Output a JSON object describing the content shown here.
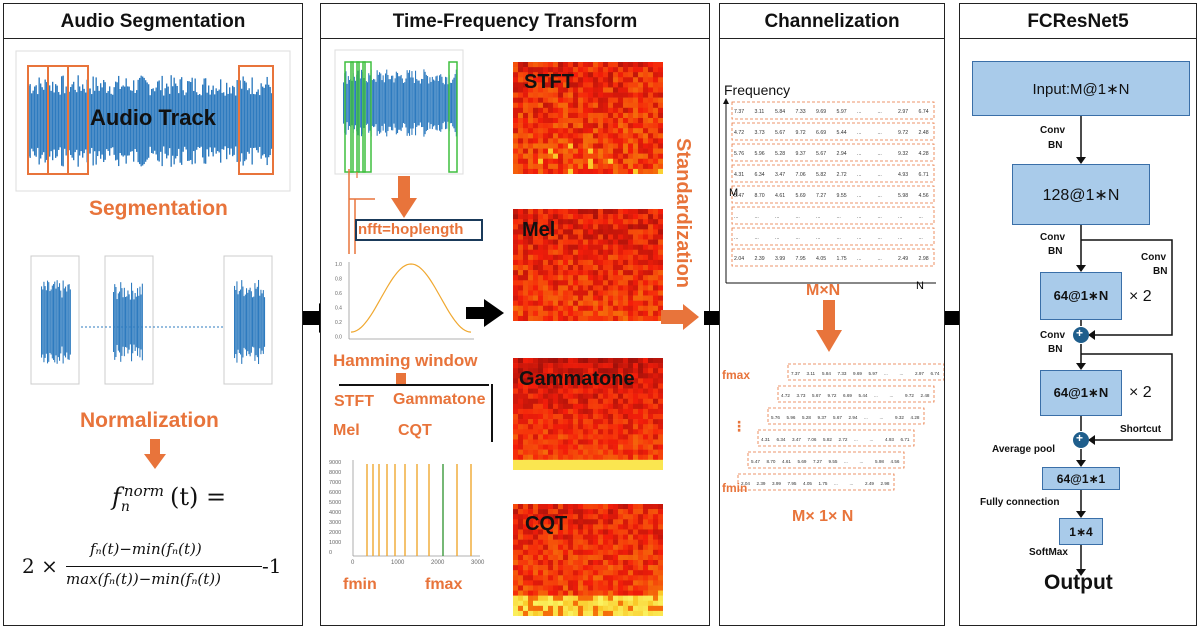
{
  "panels": {
    "audio": {
      "title": "Audio Segmentation",
      "track_label": "Audio Track",
      "segmentation": "Segmentation",
      "normalization": "Normalization",
      "formula_lhs_f": "f",
      "formula_lhs_sub": "n",
      "formula_lhs_sup": "norm",
      "formula_lhs_rest": "(t) =",
      "formula_rhs_prefix": "2 ×",
      "formula_num": "fₙ(t)−min(fₙ(t))",
      "formula_den": "max(fₙ(t))−min(fₙ(t))",
      "formula_suffix": "-1"
    },
    "tft": {
      "title": "Time-Frequency Transform",
      "nfft": "nfft=hoplength",
      "hamming": "Hamming window",
      "methods": [
        "STFT",
        "Gammatone",
        "Mel",
        "CQT"
      ],
      "fmin": "fmin",
      "fmax": "fmax",
      "spectrograms": [
        "STFT",
        "Mel",
        "Gammatone",
        "CQT"
      ],
      "hamming_ticks": [
        "1.0",
        "0.8",
        "0.6",
        "0.4",
        "0.2",
        "0.0"
      ],
      "bank_ticks": [
        "9000",
        "8000",
        "7000",
        "6000",
        "5000",
        "4000",
        "3000",
        "2000",
        "1000",
        "0"
      ],
      "bank_xticks": [
        "0",
        "1000",
        "2000",
        "3000"
      ]
    },
    "standardization": "Standardization",
    "channel": {
      "title": "Channelization",
      "frequency": "Frequency",
      "m": "M",
      "n": "N",
      "mxn": "M×N",
      "fmax": "fmax",
      "dots": "⋮",
      "fmin": "fmin",
      "mx1xn": "M× 1× N",
      "matrix_rows": [
        [
          "7.37",
          "3.11",
          "5.84",
          "7.33",
          "9.69",
          "5.97",
          "...",
          "...",
          "2.97",
          "6.74"
        ],
        [
          "4.72",
          "3.73",
          "5.67",
          "9.72",
          "6.69",
          "5.44",
          "...",
          "...",
          "9.72",
          "2.48"
        ],
        [
          "5.76",
          "5.96",
          "5.28",
          "9.37",
          "5.67",
          "2.94",
          "...",
          "...",
          "9.32",
          "4.28"
        ],
        [
          "4.31",
          "6.34",
          "3.47",
          "7.06",
          "5.82",
          "2.72",
          "...",
          "...",
          "4.93",
          "6.71"
        ],
        [
          "5.47",
          "8.70",
          "4.61",
          "5.69",
          "7.27",
          "9.55",
          "...",
          "...",
          "5.98",
          "4.56"
        ],
        [
          "...",
          "...",
          "...",
          "...",
          "...",
          "...",
          "...",
          "...",
          "...",
          "..."
        ],
        [
          "...",
          "...",
          "...",
          "...",
          "...",
          "...",
          "...",
          "...",
          "...",
          "..."
        ],
        [
          "2.04",
          "2.39",
          "3.99",
          "7.95",
          "4.05",
          "1.75",
          "...",
          "...",
          "2.49",
          "2.98"
        ]
      ]
    },
    "net": {
      "title": "FCResNet5",
      "input": "Input:M@1∗N",
      "conv_bn_1a": "Conv",
      "conv_bn_1b": "BN",
      "block128": "128@1∗N",
      "conv_bn_2a": "Conv",
      "conv_bn_2b": "BN",
      "side_conv": "Conv",
      "side_bn": "BN",
      "block64a": "64@1∗N",
      "times2a": "× 2",
      "conv_bn_3a": "Conv",
      "conv_bn_3b": "BN",
      "block64b": "64@1∗N",
      "times2b": "× 2",
      "shortcut": "Shortcut",
      "avgpool": "Average pool",
      "block64_1": "64@1∗1",
      "fc": "Fully connection",
      "block1_4": "1∗4",
      "softmax": "SoftMax",
      "output": "Output",
      "plus": "+"
    }
  },
  "colors": {
    "wave": "#2E7BBF",
    "orange": "#E8743B",
    "box_fill": "#A9CBEA",
    "box_stroke": "#3A6FA8",
    "plus_fill": "#1F5E8C",
    "green": "#3FBF3F"
  }
}
